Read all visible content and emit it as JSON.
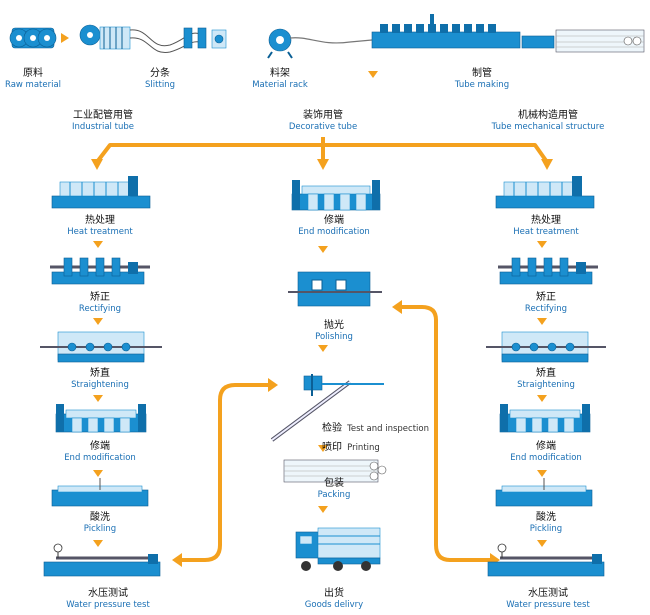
{
  "colors": {
    "equipment": "#1b8fd0",
    "arrow": "#f4a11e",
    "english_text": "#1a6fb4"
  },
  "top_row": [
    {
      "zh": "原料",
      "en": "Raw material"
    },
    {
      "zh": "分条",
      "en": "Slitting"
    },
    {
      "zh": "料架",
      "en": "Material rack"
    },
    {
      "zh": "制管",
      "en": "Tube making"
    }
  ],
  "categories": [
    {
      "zh": "工业配管用管",
      "en": "Industrial tube"
    },
    {
      "zh": "装饰用管",
      "en": "Decorative tube"
    },
    {
      "zh": "机械构造用管",
      "en": "Tube mechanical structure"
    }
  ],
  "left_column": [
    {
      "zh": "热处理",
      "en": "Heat treatment"
    },
    {
      "zh": "矫正",
      "en": "Rectifying"
    },
    {
      "zh": "矫直",
      "en": "Straightening"
    },
    {
      "zh": "修端",
      "en": "End modification"
    },
    {
      "zh": "酸洗",
      "en": "Pickling"
    },
    {
      "zh": "水压测试",
      "en": "Water pressure test"
    }
  ],
  "center_column": [
    {
      "zh": "修端",
      "en": "End modification"
    },
    {
      "zh": "抛光",
      "en": "Polishing"
    },
    {
      "zh": "检验",
      "en": "Test and inspection"
    },
    {
      "zh": "喷印",
      "en": "Printing"
    },
    {
      "zh": "包装",
      "en": "Packing"
    },
    {
      "zh": "出货",
      "en": "Goods delivry"
    }
  ],
  "right_column": [
    {
      "zh": "热处理",
      "en": "Heat treatment"
    },
    {
      "zh": "矫正",
      "en": "Rectifying"
    },
    {
      "zh": "矫直",
      "en": "Straightening"
    },
    {
      "zh": "修端",
      "en": "End modification"
    },
    {
      "zh": "酸洗",
      "en": "Pickling"
    },
    {
      "zh": "水压测试",
      "en": "Water pressure test"
    }
  ]
}
